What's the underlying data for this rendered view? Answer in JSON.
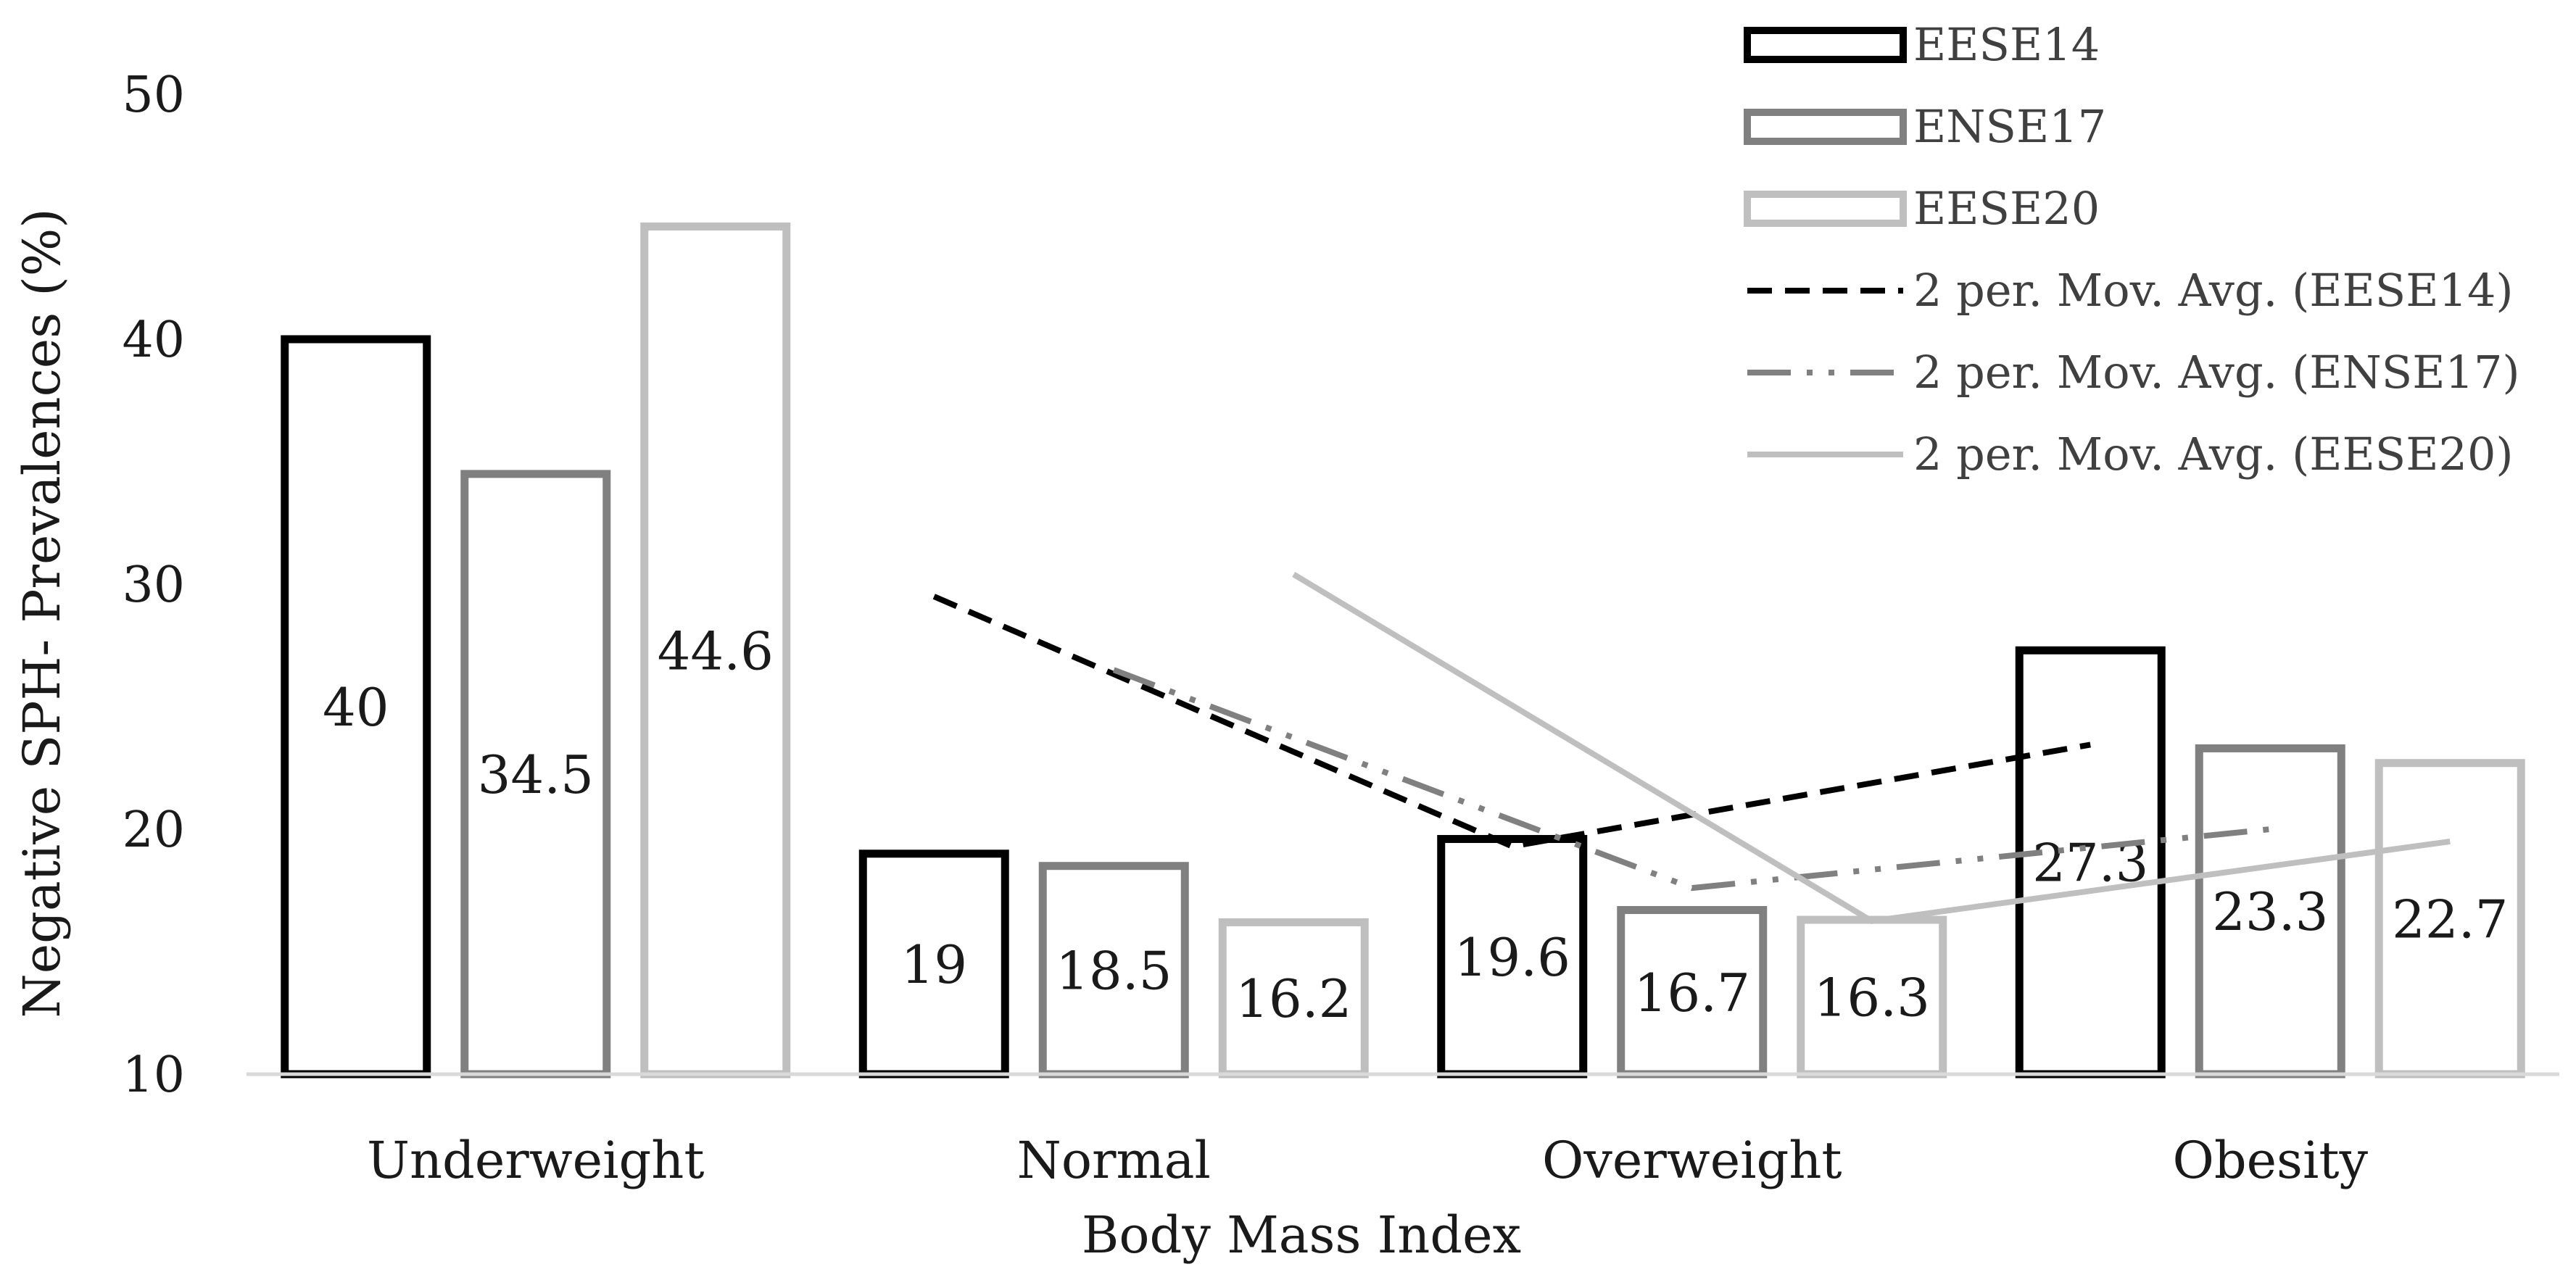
{
  "chart_data": {
    "type": "bar",
    "categories": [
      "Underweight",
      "Normal",
      "Overweight",
      "Obesity"
    ],
    "series": [
      {
        "name": "EESE14",
        "values": [
          40,
          19,
          19.6,
          27.3
        ],
        "color": "#000000"
      },
      {
        "name": "ENSE17",
        "values": [
          34.5,
          18.5,
          16.7,
          23.3
        ],
        "color": "#808080"
      },
      {
        "name": "EESE20",
        "values": [
          44.6,
          16.2,
          16.3,
          22.7
        ],
        "color": "#bfbfbf"
      }
    ],
    "trendlines": [
      {
        "name": "2 per. Mov. Avg. (EESE14)",
        "series": "EESE14",
        "type": "moving-average",
        "period": 2,
        "style": "dashed",
        "color": "#000000"
      },
      {
        "name": "2 per. Mov. Avg. (ENSE17)",
        "series": "ENSE17",
        "type": "moving-average",
        "period": 2,
        "style": "dash-dot-dot",
        "color": "#808080"
      },
      {
        "name": "2 per. Mov. Avg. (EESE20)",
        "series": "EESE20",
        "type": "moving-average",
        "period": 2,
        "style": "solid",
        "color": "#bfbfbf"
      }
    ],
    "xlabel": "Body Mass Index",
    "ylabel": "Negative SPH- Prevalences (%)",
    "ylim": [
      10,
      50
    ],
    "yticks": [
      10,
      20,
      30,
      40,
      50
    ],
    "grid": false,
    "legend": "top-right",
    "data_labels": true
  }
}
